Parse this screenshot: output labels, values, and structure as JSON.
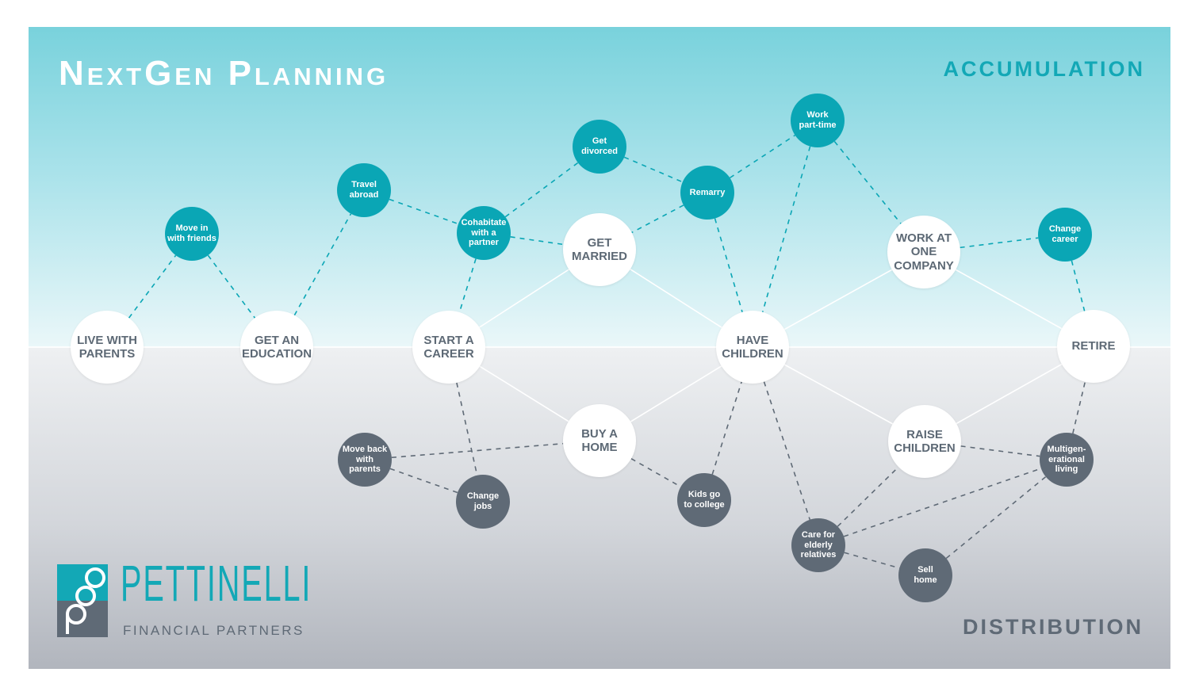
{
  "title": "NextGen Planning",
  "phases": {
    "top": "ACCUMULATION",
    "bottom": "DISTRIBUTION"
  },
  "logo": {
    "name": "PETTINELLI",
    "subtitle": "FINANCIAL PARTNERS"
  },
  "colors": {
    "teal": "#0aa6b5",
    "gray": "#5f6a76",
    "major_text": "#5d6975",
    "white": "#ffffff"
  },
  "nodes": [
    {
      "id": "live-parents",
      "label": "LIVE WITH\nPARENTS",
      "kind": "major"
    },
    {
      "id": "education",
      "label": "GET AN\nEDUCATION",
      "kind": "major"
    },
    {
      "id": "start-career",
      "label": "START A\nCAREER",
      "kind": "major"
    },
    {
      "id": "get-married",
      "label": "GET\nMARRIED",
      "kind": "major"
    },
    {
      "id": "have-children",
      "label": "HAVE\nCHILDREN",
      "kind": "major"
    },
    {
      "id": "work-one-company",
      "label": "WORK AT\nONE\nCOMPANY",
      "kind": "major"
    },
    {
      "id": "retire",
      "label": "RETIRE",
      "kind": "major"
    },
    {
      "id": "buy-home",
      "label": "BUY A\nHOME",
      "kind": "major"
    },
    {
      "id": "raise-children",
      "label": "RAISE\nCHILDREN",
      "kind": "major"
    },
    {
      "id": "move-friends",
      "label": "Move in\nwith friends",
      "kind": "teal"
    },
    {
      "id": "travel-abroad",
      "label": "Travel\nabroad",
      "kind": "teal"
    },
    {
      "id": "cohabitate",
      "label": "Cohabitate\nwith a\npartner",
      "kind": "teal"
    },
    {
      "id": "divorced",
      "label": "Get\ndivorced",
      "kind": "teal"
    },
    {
      "id": "remarry",
      "label": "Remarry",
      "kind": "teal"
    },
    {
      "id": "part-time",
      "label": "Work\npart-time",
      "kind": "teal"
    },
    {
      "id": "change-career",
      "label": "Change\ncareer",
      "kind": "teal"
    },
    {
      "id": "move-back",
      "label": "Move back\nwith\nparents",
      "kind": "gray"
    },
    {
      "id": "change-jobs",
      "label": "Change\njobs",
      "kind": "gray"
    },
    {
      "id": "kids-college",
      "label": "Kids go\nto college",
      "kind": "gray"
    },
    {
      "id": "care-elderly",
      "label": "Care for\nelderly\nrelatives",
      "kind": "gray"
    },
    {
      "id": "sell-home",
      "label": "Sell\nhome",
      "kind": "gray"
    },
    {
      "id": "multigen",
      "label": "Multigen-\nerational\nliving",
      "kind": "gray"
    }
  ],
  "edges": [
    {
      "from": "live-parents",
      "to": "move-friends",
      "style": "dashed-teal"
    },
    {
      "from": "move-friends",
      "to": "education",
      "style": "dashed-teal"
    },
    {
      "from": "education",
      "to": "travel-abroad",
      "style": "dashed-teal"
    },
    {
      "from": "travel-abroad",
      "to": "cohabitate",
      "style": "dashed-teal"
    },
    {
      "from": "cohabitate",
      "to": "start-career",
      "style": "dashed-teal"
    },
    {
      "from": "cohabitate",
      "to": "get-married",
      "style": "dashed-teal"
    },
    {
      "from": "cohabitate",
      "to": "divorced",
      "style": "dashed-teal"
    },
    {
      "from": "divorced",
      "to": "remarry",
      "style": "dashed-teal"
    },
    {
      "from": "remarry",
      "to": "get-married",
      "style": "dashed-teal"
    },
    {
      "from": "remarry",
      "to": "part-time",
      "style": "dashed-teal"
    },
    {
      "from": "remarry",
      "to": "have-children",
      "style": "dashed-teal"
    },
    {
      "from": "part-time",
      "to": "have-children",
      "style": "dashed-teal"
    },
    {
      "from": "part-time",
      "to": "work-one-company",
      "style": "dashed-teal"
    },
    {
      "from": "work-one-company",
      "to": "change-career",
      "style": "dashed-teal"
    },
    {
      "from": "change-career",
      "to": "retire",
      "style": "dashed-teal"
    },
    {
      "from": "start-career",
      "to": "get-married",
      "style": "solid"
    },
    {
      "from": "get-married",
      "to": "have-children",
      "style": "solid"
    },
    {
      "from": "have-children",
      "to": "work-one-company",
      "style": "solid"
    },
    {
      "from": "work-one-company",
      "to": "retire",
      "style": "solid"
    },
    {
      "from": "start-career",
      "to": "buy-home",
      "style": "solid"
    },
    {
      "from": "buy-home",
      "to": "have-children",
      "style": "solid"
    },
    {
      "from": "have-children",
      "to": "raise-children",
      "style": "solid"
    },
    {
      "from": "raise-children",
      "to": "retire",
      "style": "solid"
    },
    {
      "from": "start-career",
      "to": "change-jobs",
      "style": "dashed-gray"
    },
    {
      "from": "move-back",
      "to": "change-jobs",
      "style": "dashed-gray"
    },
    {
      "from": "move-back",
      "to": "buy-home",
      "style": "dashed-gray"
    },
    {
      "from": "buy-home",
      "to": "kids-college",
      "style": "dashed-gray"
    },
    {
      "from": "kids-college",
      "to": "have-children",
      "style": "dashed-gray"
    },
    {
      "from": "have-children",
      "to": "care-elderly",
      "style": "dashed-gray"
    },
    {
      "from": "care-elderly",
      "to": "raise-children",
      "style": "dashed-gray"
    },
    {
      "from": "care-elderly",
      "to": "sell-home",
      "style": "dashed-gray"
    },
    {
      "from": "care-elderly",
      "to": "multigen",
      "style": "dashed-gray"
    },
    {
      "from": "sell-home",
      "to": "multigen",
      "style": "dashed-gray"
    },
    {
      "from": "raise-children",
      "to": "multigen",
      "style": "dashed-gray"
    },
    {
      "from": "multigen",
      "to": "retire",
      "style": "dashed-gray"
    }
  ]
}
